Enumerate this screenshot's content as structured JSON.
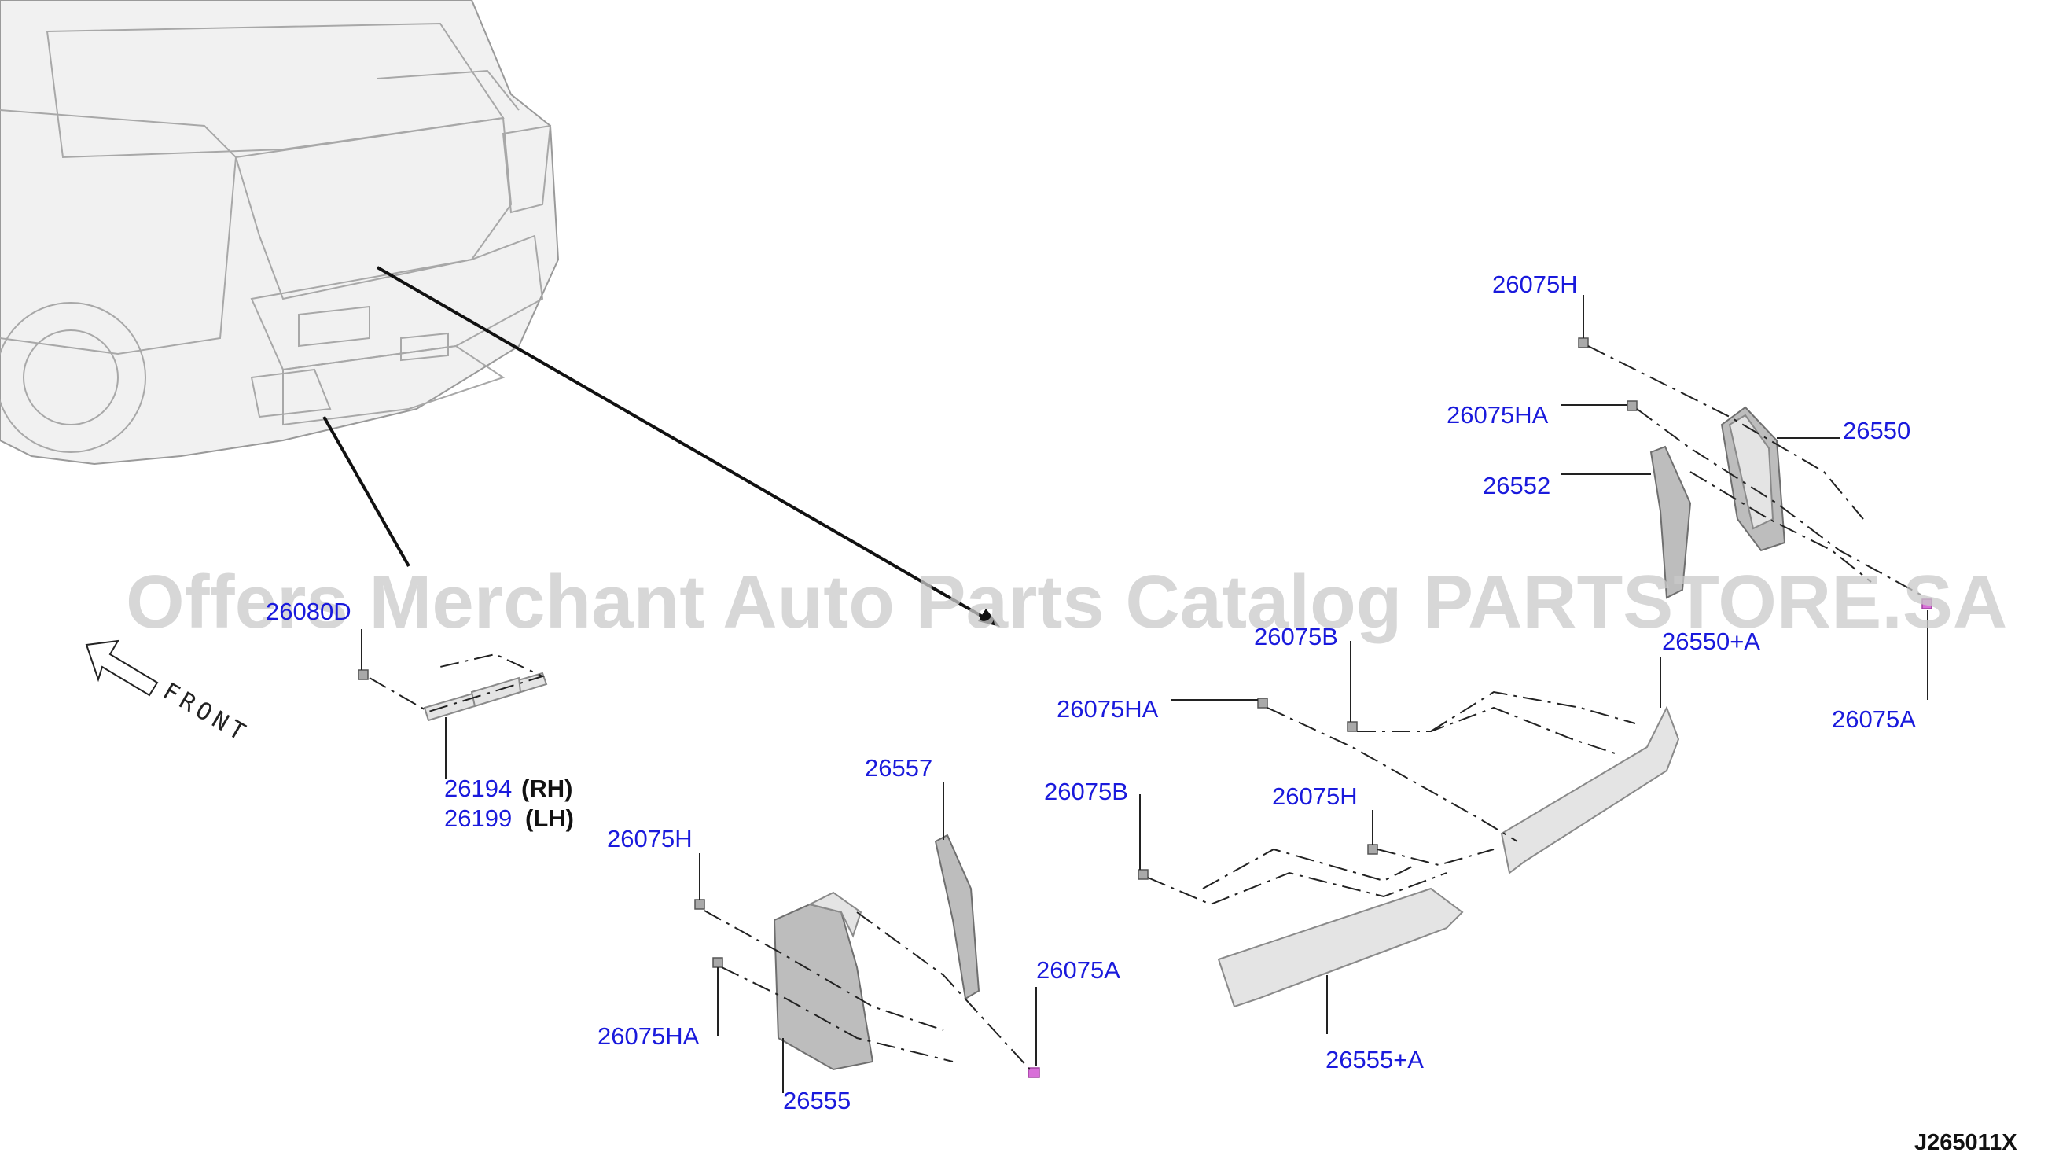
{
  "watermark": "Offers Merchant Auto Parts Catalog PARTSTORE.SA",
  "front_label": "FRONT",
  "diagram_code": "J265011X",
  "callouts": {
    "c26075H_top": "26075H",
    "c26075HA_top": "26075HA",
    "c26550": "26550",
    "c26552": "26552",
    "c26075B_mid": "26075B",
    "c26550A": "26550+A",
    "c26075A_right": "26075A",
    "c26075HA_mid": "26075HA",
    "c26075B_low": "26075B",
    "c26075H_low": "26075H",
    "c26555A": "26555+A",
    "c26557": "26557",
    "c26075H_left": "26075H",
    "c26075HA_left": "26075HA",
    "c26555": "26555",
    "c26075A_left": "26075A",
    "c26080D": "26080D",
    "c26194": "26194",
    "c26194_side": "(RH)",
    "c26199": "26199",
    "c26199_side": "(LH)"
  },
  "colors": {
    "callout_text": "#1a1adc",
    "watermark": "#c9c9c9",
    "clip_highlight": "#d86fd8"
  }
}
